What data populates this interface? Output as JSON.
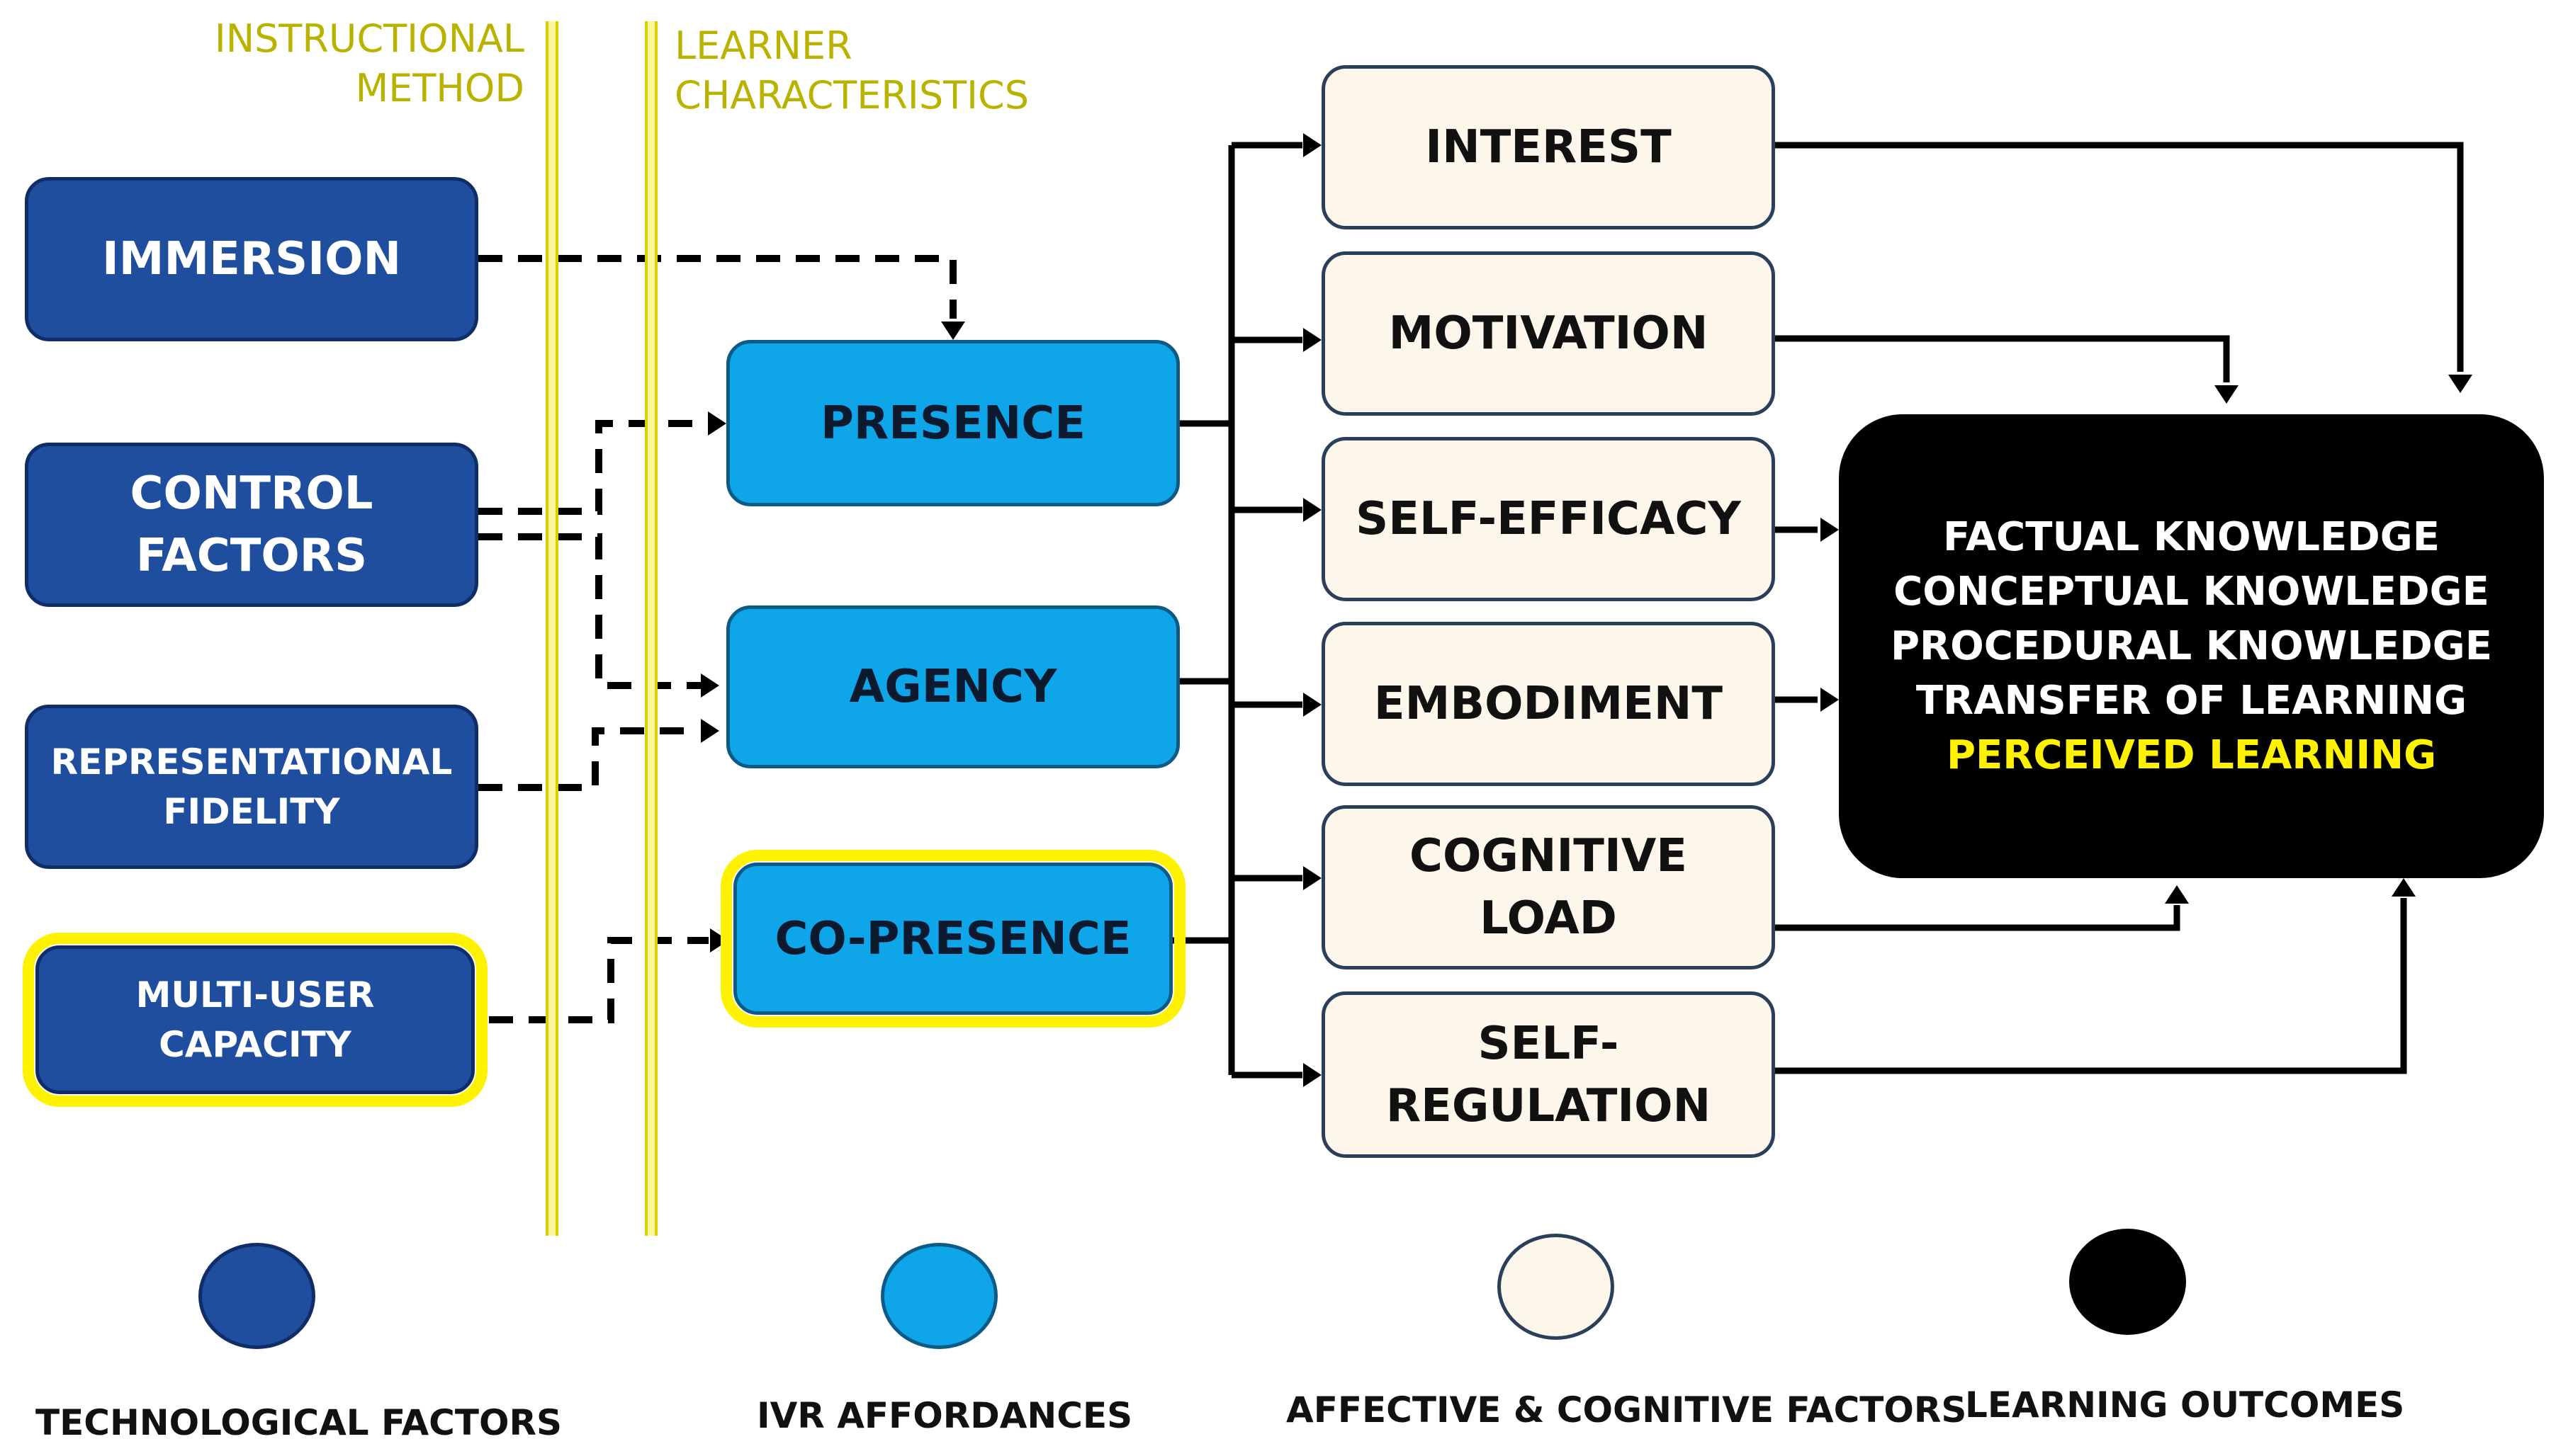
{
  "columns": {
    "instructional_method": [
      "INSTRUCTIONAL",
      "METHOD"
    ],
    "learner_characteristics": [
      "LEARNER",
      "CHARACTERISTICS"
    ]
  },
  "technological": [
    {
      "id": "immersion",
      "lines": [
        "IMMERSION"
      ]
    },
    {
      "id": "control",
      "lines": [
        "CONTROL",
        "FACTORS"
      ]
    },
    {
      "id": "fidelity",
      "lines": [
        "REPRESENTATIONAL",
        "FIDELITY"
      ]
    },
    {
      "id": "multiuser",
      "lines": [
        "MULTI-USER",
        "CAPACITY"
      ],
      "highlight": true
    }
  ],
  "affordances": [
    {
      "id": "presence",
      "lines": [
        "PRESENCE"
      ]
    },
    {
      "id": "agency",
      "lines": [
        "AGENCY"
      ]
    },
    {
      "id": "copresence",
      "lines": [
        "CO-PRESENCE"
      ],
      "highlight": true
    }
  ],
  "affective_cognitive": [
    {
      "id": "interest",
      "lines": [
        "INTEREST"
      ]
    },
    {
      "id": "motivation",
      "lines": [
        "MOTIVATION"
      ]
    },
    {
      "id": "selfefficacy",
      "lines": [
        "SELF-EFFICACY"
      ]
    },
    {
      "id": "embodiment",
      "lines": [
        "EMBODIMENT"
      ]
    },
    {
      "id": "cogload",
      "lines": [
        "COGNITIVE",
        "LOAD"
      ]
    },
    {
      "id": "selfreg",
      "lines": [
        "SELF-",
        "REGULATION"
      ]
    }
  ],
  "outcomes": {
    "lines": [
      "FACTUAL KNOWLEDGE",
      "CONCEPTUAL KNOWLEDGE",
      "PROCEDURAL KNOWLEDGE",
      "TRANSFER OF LEARNING"
    ],
    "highlight_line": "PERCEIVED LEARNING"
  },
  "legend": [
    {
      "id": "tech",
      "label": "TECHNOLOGICAL FACTORS",
      "color": "#1f4e9f"
    },
    {
      "id": "aff",
      "label": "IVR AFFORDANCES",
      "color": "#0fa6e9"
    },
    {
      "id": "ac",
      "label": "AFFECTIVE & COGNITIVE FACTORS",
      "color": "#fdf6ea"
    },
    {
      "id": "out",
      "label": "LEARNING OUTCOMES",
      "color": "#000000"
    }
  ],
  "colors": {
    "highlight": "#fff200",
    "column_text": "#b9b300",
    "arrow": "#000000"
  }
}
